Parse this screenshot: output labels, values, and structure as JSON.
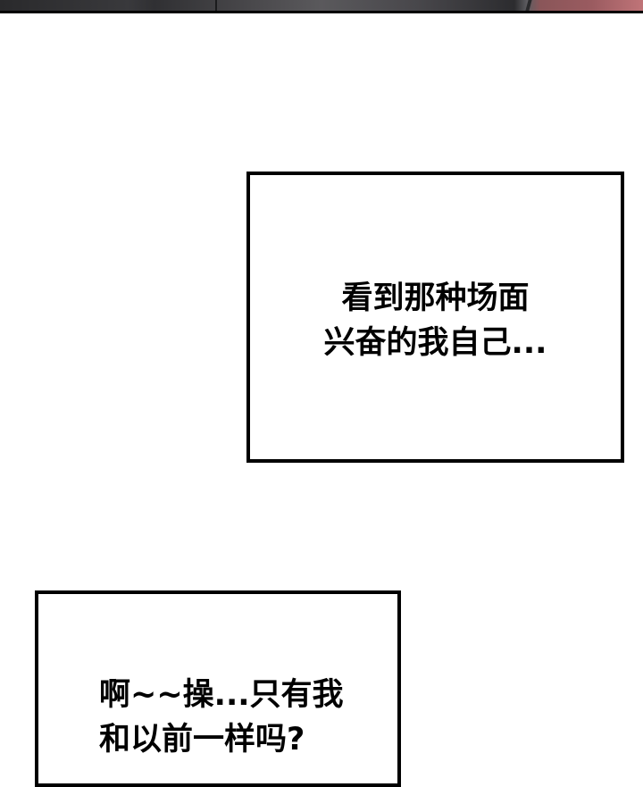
{
  "panel_top": {
    "description": "cropped illustration strip from previous panel",
    "colors": {
      "dark": "#2a2a2c",
      "mid": "#5a595c",
      "pink": "#9a5b60"
    }
  },
  "caption_1": {
    "lines": [
      "看到那种场面",
      "兴奋的我自己..."
    ]
  },
  "caption_2": {
    "lines": [
      "啊~~操...只有我",
      "和以前一样吗?"
    ]
  },
  "colors": {
    "border": "#000000",
    "background": "#ffffff",
    "text": "#000000"
  }
}
